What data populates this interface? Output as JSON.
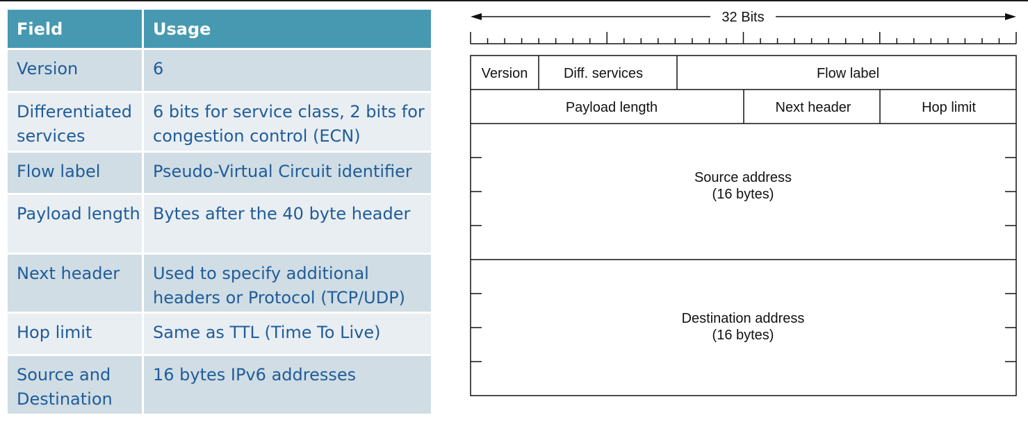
{
  "table": {
    "headers": {
      "field": "Field",
      "usage": "Usage"
    },
    "rows": [
      {
        "field": "Version",
        "usage": "6"
      },
      {
        "field": "Differentiated services",
        "usage": "6 bits for service class, 2 bits for congestion control (ECN)"
      },
      {
        "field": "Flow label",
        "usage": "Pseudo-Virtual Circuit identifier"
      },
      {
        "field": "Payload length",
        "usage": "Bytes after the 40 byte header"
      },
      {
        "field": "Next header",
        "usage": "Used to specify additional headers or Protocol (TCP/UDP)"
      },
      {
        "field": "Hop limit",
        "usage": "Same as TTL (Time To Live)"
      },
      {
        "field": "Source and Destination",
        "usage": "16 bytes IPv6 addresses"
      }
    ],
    "colors": {
      "header_bg": "#4799b1",
      "row_odd": "#d0dde4",
      "row_even": "#e9eef2",
      "text": "#1f5c99"
    }
  },
  "diagram": {
    "width_label": "32 Bits",
    "row1": {
      "version": "Version",
      "diff": "Diff. services",
      "flow": "Flow label"
    },
    "row2": {
      "payload": "Payload length",
      "next": "Next header",
      "hop": "Hop limit"
    },
    "source": {
      "line1": "Source address",
      "line2": "(16 bytes)"
    },
    "dest": {
      "line1": "Destination address",
      "line2": "(16 bytes)"
    }
  }
}
